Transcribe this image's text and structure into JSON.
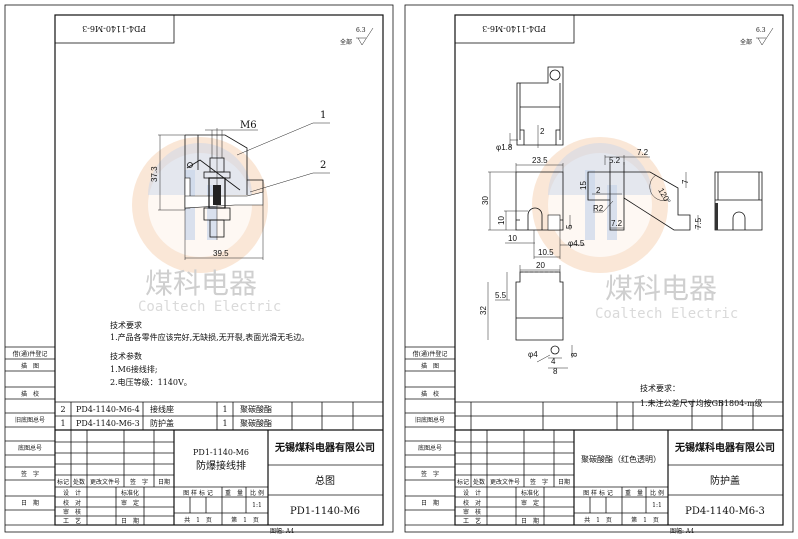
{
  "strip_labels": [
    "借(通)件登记",
    "描　图",
    "描　校",
    "旧底图总号",
    "底图总号",
    "签　字",
    "日　期"
  ],
  "title_labels": {
    "mark": "标记",
    "count": "处数",
    "change_doc": "更改文件号",
    "sign": "签　字",
    "date": "日期",
    "design": "设　计",
    "check": "校　对",
    "review": "审　核",
    "process": "工　艺",
    "standard": "标准化",
    "approve": "审　定",
    "date2": "日　期",
    "sample_mark": "图 样 标 记",
    "weight": "重　量",
    "scale_label": "比 例",
    "scale": "1:1",
    "total_pages": "共　1　页",
    "page_no": "第　1　页",
    "sheet_size": "图幅: A4"
  },
  "watermark": {
    "cn": "煤科电器",
    "en": "Coaltech Electric",
    "colors": {
      "orange": "#f3c9a6",
      "blue": "#c9d6ea"
    }
  },
  "sheets": [
    {
      "tab_code": "PD4-1140-M6-3",
      "roughness": {
        "label": "全部",
        "value": "6.3"
      },
      "company": "无锡煤科电器有限公司",
      "part_name": [
        "PD1-1140-M6",
        "防爆接线排"
      ],
      "drawing_title": "总图",
      "drawing_number": "PD1-1140-M6",
      "notes_title": "技术要求",
      "notes": [
        "1.产品各零件应该完好,无缺损,无开裂,表面光滑无毛边。"
      ],
      "params_title": "技术参数",
      "params": [
        "1.M6接线排;",
        "2.电压等级：1140V。"
      ],
      "bom": [
        [
          "2",
          "PD4-1140-M6-4",
          "接线座",
          "1",
          "聚碳酸酯"
        ],
        [
          "1",
          "PD4-1140-M6-3",
          "防护盖",
          "1",
          "聚碳酸酯"
        ]
      ],
      "dims": {
        "thread": "M6",
        "item1": "1",
        "item2": "2",
        "height": "37.3",
        "width": "39.5"
      }
    },
    {
      "tab_code": "PD4-1140-M6-3",
      "roughness": {
        "label": "全部",
        "value": "6.3"
      },
      "company": "无锡煤科电器有限公司",
      "part_name": [
        "聚碳酸酯（红色透明）"
      ],
      "drawing_title": "防护盖",
      "drawing_number": "PD4-1140-M6-3",
      "notes_title": "技术要求：",
      "notes": [
        "1.未注公差尺寸均按GB1804-m级"
      ],
      "dims": {
        "top_2": "2",
        "hole_18": "φ1.8",
        "w235": "23.5",
        "h30": "30",
        "h10": "10",
        "x10": "10",
        "w105": "10.5",
        "hole45": "φ4.5",
        "h5": "5",
        "w72a": "7.2",
        "w52": "5.2",
        "h15": "15",
        "s2": "2",
        "r2": "R2",
        "w72b": "7.2",
        "angle": "120°",
        "h7": "7",
        "h75": "7.5",
        "w20": "20",
        "h55": "5.5",
        "h32": "32",
        "hole4": "φ4",
        "w4": "4",
        "w8": "8",
        "h8": "8"
      }
    }
  ]
}
